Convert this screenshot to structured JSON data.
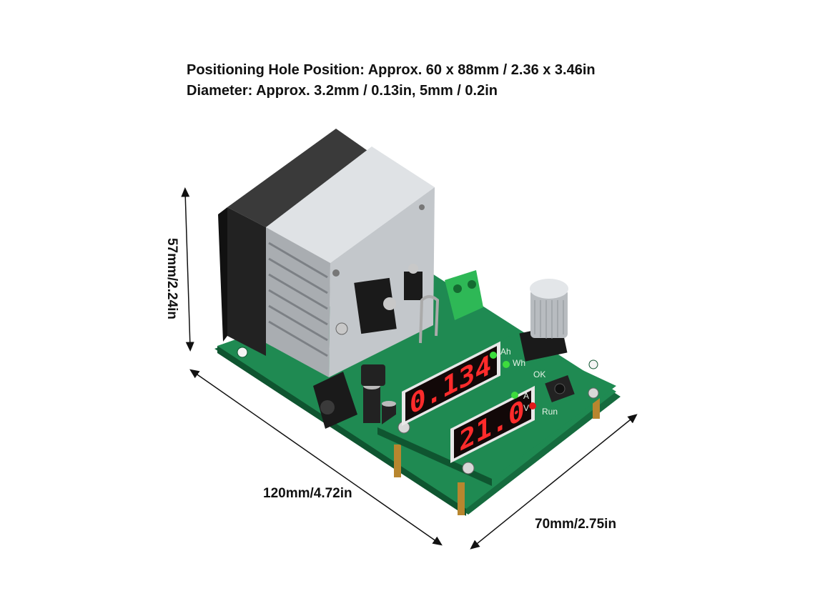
{
  "caption": {
    "line1": "Positioning Hole Position: Approx. 60 x 88mm / 2.36 x 3.46in",
    "line2": "Diameter: Approx. 3.2mm / 0.13in, 5mm / 0.2in"
  },
  "dimensions": {
    "height": "57mm/2.24in",
    "length": "120mm/4.72in",
    "width": "70mm/2.75in"
  },
  "display": {
    "upper": "0.134",
    "lower": "21.0"
  },
  "board_labels": {
    "ah": "Ah",
    "wh": "Wh",
    "ok": "OK",
    "a": "A",
    "v": "V",
    "run": "Run"
  },
  "colors": {
    "pcb": "#1f8a52",
    "pcb_dark": "#156b3e",
    "heatsink": "#c9ccd0",
    "fan": "#2a2a2a",
    "digit": "#ff2b2b",
    "led_green": "#3ddc3d",
    "led_red": "#e01b1b"
  }
}
